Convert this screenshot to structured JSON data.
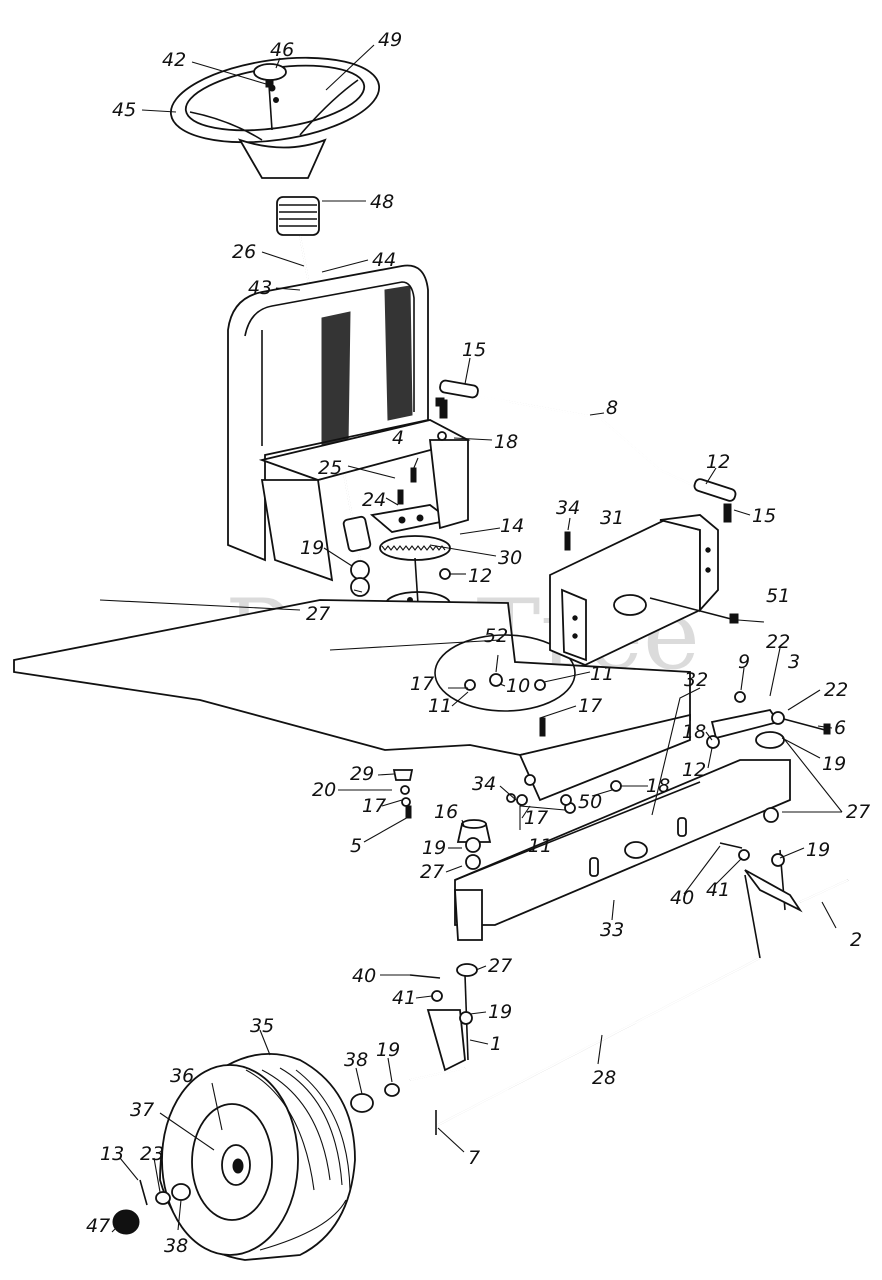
{
  "watermark": "PartsTree",
  "callouts": [
    {
      "id": "c46",
      "text": "46"
    },
    {
      "id": "c49",
      "text": "49"
    },
    {
      "id": "c42",
      "text": "42"
    },
    {
      "id": "c45",
      "text": "45"
    },
    {
      "id": "c48",
      "text": "48"
    },
    {
      "id": "c26",
      "text": "26"
    },
    {
      "id": "c44",
      "text": "44"
    },
    {
      "id": "c43",
      "text": "43"
    },
    {
      "id": "c15a",
      "text": "15"
    },
    {
      "id": "c8",
      "text": "8"
    },
    {
      "id": "c4",
      "text": "4"
    },
    {
      "id": "c18a",
      "text": "18"
    },
    {
      "id": "c25",
      "text": "25"
    },
    {
      "id": "c12a",
      "text": "12"
    },
    {
      "id": "c24",
      "text": "24"
    },
    {
      "id": "c14",
      "text": "14"
    },
    {
      "id": "c34a",
      "text": "34"
    },
    {
      "id": "c31",
      "text": "31"
    },
    {
      "id": "c15b",
      "text": "15"
    },
    {
      "id": "c19a",
      "text": "19"
    },
    {
      "id": "c30",
      "text": "30"
    },
    {
      "id": "c12b",
      "text": "12"
    },
    {
      "id": "c27a",
      "text": "27"
    },
    {
      "id": "c51",
      "text": "51"
    },
    {
      "id": "c52",
      "text": "52"
    },
    {
      "id": "c22a",
      "text": "22"
    },
    {
      "id": "c3",
      "text": "3"
    },
    {
      "id": "c9",
      "text": "9"
    },
    {
      "id": "c11a",
      "text": "11"
    },
    {
      "id": "c17a",
      "text": "17"
    },
    {
      "id": "c10",
      "text": "10"
    },
    {
      "id": "c32",
      "text": "32"
    },
    {
      "id": "c22b",
      "text": "22"
    },
    {
      "id": "c11b",
      "text": "11"
    },
    {
      "id": "c17b",
      "text": "17"
    },
    {
      "id": "c6",
      "text": "6"
    },
    {
      "id": "c18b",
      "text": "18"
    },
    {
      "id": "c19b",
      "text": "19"
    },
    {
      "id": "c12c",
      "text": "12"
    },
    {
      "id": "c29",
      "text": "29"
    },
    {
      "id": "c34b",
      "text": "34"
    },
    {
      "id": "c50",
      "text": "50"
    },
    {
      "id": "c18c",
      "text": "18"
    },
    {
      "id": "c20",
      "text": "20"
    },
    {
      "id": "c17c",
      "text": "17"
    },
    {
      "id": "c27b",
      "text": "27"
    },
    {
      "id": "c16",
      "text": "16"
    },
    {
      "id": "c17d",
      "text": "17"
    },
    {
      "id": "c5",
      "text": "5"
    },
    {
      "id": "c11c",
      "text": "11"
    },
    {
      "id": "c19c",
      "text": "19"
    },
    {
      "id": "c19d",
      "text": "19"
    },
    {
      "id": "c27c",
      "text": "27"
    },
    {
      "id": "c40a",
      "text": "40"
    },
    {
      "id": "c41a",
      "text": "41"
    },
    {
      "id": "c33",
      "text": "33"
    },
    {
      "id": "c2",
      "text": "2"
    },
    {
      "id": "c40b",
      "text": "40"
    },
    {
      "id": "c27d",
      "text": "27"
    },
    {
      "id": "c41b",
      "text": "41"
    },
    {
      "id": "c19e",
      "text": "19"
    },
    {
      "id": "c35",
      "text": "35"
    },
    {
      "id": "c1",
      "text": "1"
    },
    {
      "id": "c36",
      "text": "36"
    },
    {
      "id": "c38a",
      "text": "38"
    },
    {
      "id": "c19f",
      "text": "19"
    },
    {
      "id": "c28",
      "text": "28"
    },
    {
      "id": "c37",
      "text": "37"
    },
    {
      "id": "c13",
      "text": "13"
    },
    {
      "id": "c23",
      "text": "23"
    },
    {
      "id": "c7",
      "text": "7"
    },
    {
      "id": "c47",
      "text": "47"
    },
    {
      "id": "c38b",
      "text": "38"
    }
  ]
}
